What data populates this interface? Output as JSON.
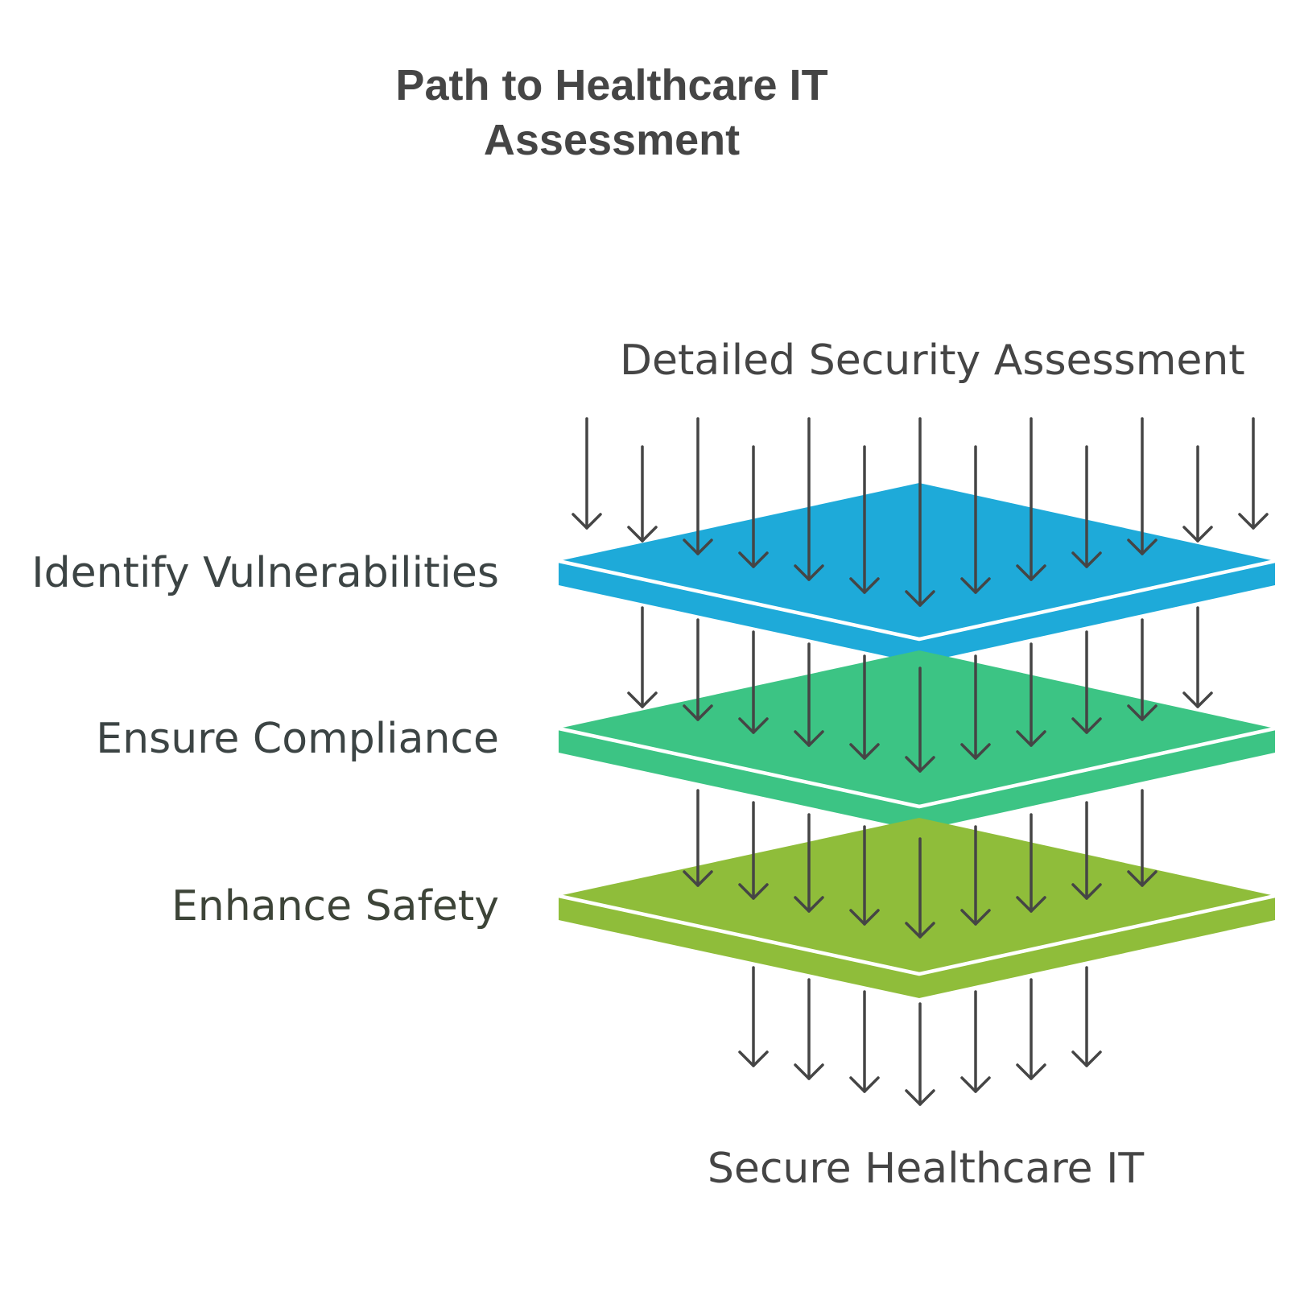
{
  "title": {
    "line1": "Path to Healthcare IT",
    "line2": "Assessment"
  },
  "input_label": "Detailed Security Assessment",
  "output_label": "Secure Healthcare IT",
  "layers": [
    {
      "label": "Identify Vulnerabilities",
      "color": "#1eaad9"
    },
    {
      "label": "Ensure Compliance",
      "color": "#3cc484"
    },
    {
      "label": "Enhance Safety",
      "color": "#8fbd3a"
    }
  ],
  "colors": {
    "arrow": "#454545",
    "edge": "#ffffff",
    "background": "#ffffff"
  }
}
